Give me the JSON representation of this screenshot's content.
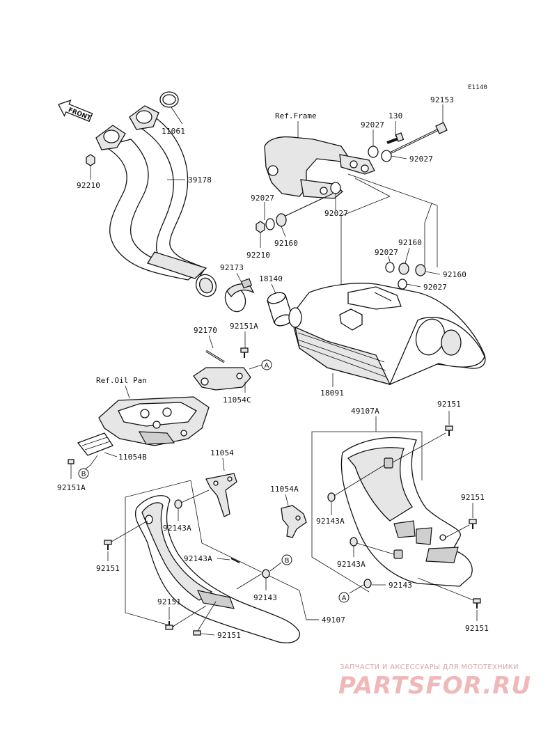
{
  "diagram_code": "E1140",
  "front_label": "FRONT",
  "labels": {
    "p11061": "11061",
    "p39178": "39178",
    "p92210_left": "92210",
    "ref_frame": "Ref.Frame",
    "p130": "130",
    "p92153": "92153",
    "p92027_a": "92027",
    "p92027_b": "92027",
    "p92027_c": "92027",
    "p92027_d": "92027",
    "p92027_e": "92027",
    "p92027_f": "92027",
    "p92160_a": "92160",
    "p92160_b": "92160",
    "p92160_c": "92160",
    "p92210_mid": "92210",
    "p92173": "92173",
    "p18140": "18140",
    "p92170": "92170",
    "p92151A_top": "92151A",
    "p11054C": "11054C",
    "ref_oil_pan": "Ref.Oil Pan",
    "p18091": "18091",
    "p11054B": "11054B",
    "p92151A_bottom": "92151A",
    "p49107A": "49107A",
    "p92151_r1": "92151",
    "p92151_r2": "92151",
    "p92151_r3": "92151",
    "p11054": "11054",
    "p11054A": "11054A",
    "p92143A_a": "92143A",
    "p92143A_b": "92143A",
    "p92143A_c": "92143A",
    "p92143A_d": "92143A",
    "p92143_a": "92143",
    "p92143_b": "92143",
    "p92151_l1": "92151",
    "p92151_l2": "92151",
    "p92151_l3": "92151",
    "p49107": "49107"
  },
  "callouts": {
    "a_top": "A",
    "a_bottom": "A",
    "b_left": "B",
    "b_mid": "B"
  },
  "watermark": {
    "tagline": "ЗАПЧАСТИ И АКСЕССУАРЫ ДЛЯ МОТОТЕХНИКИ",
    "brand": "PARTSFOR.RU",
    "color": "#e9a0a0"
  }
}
